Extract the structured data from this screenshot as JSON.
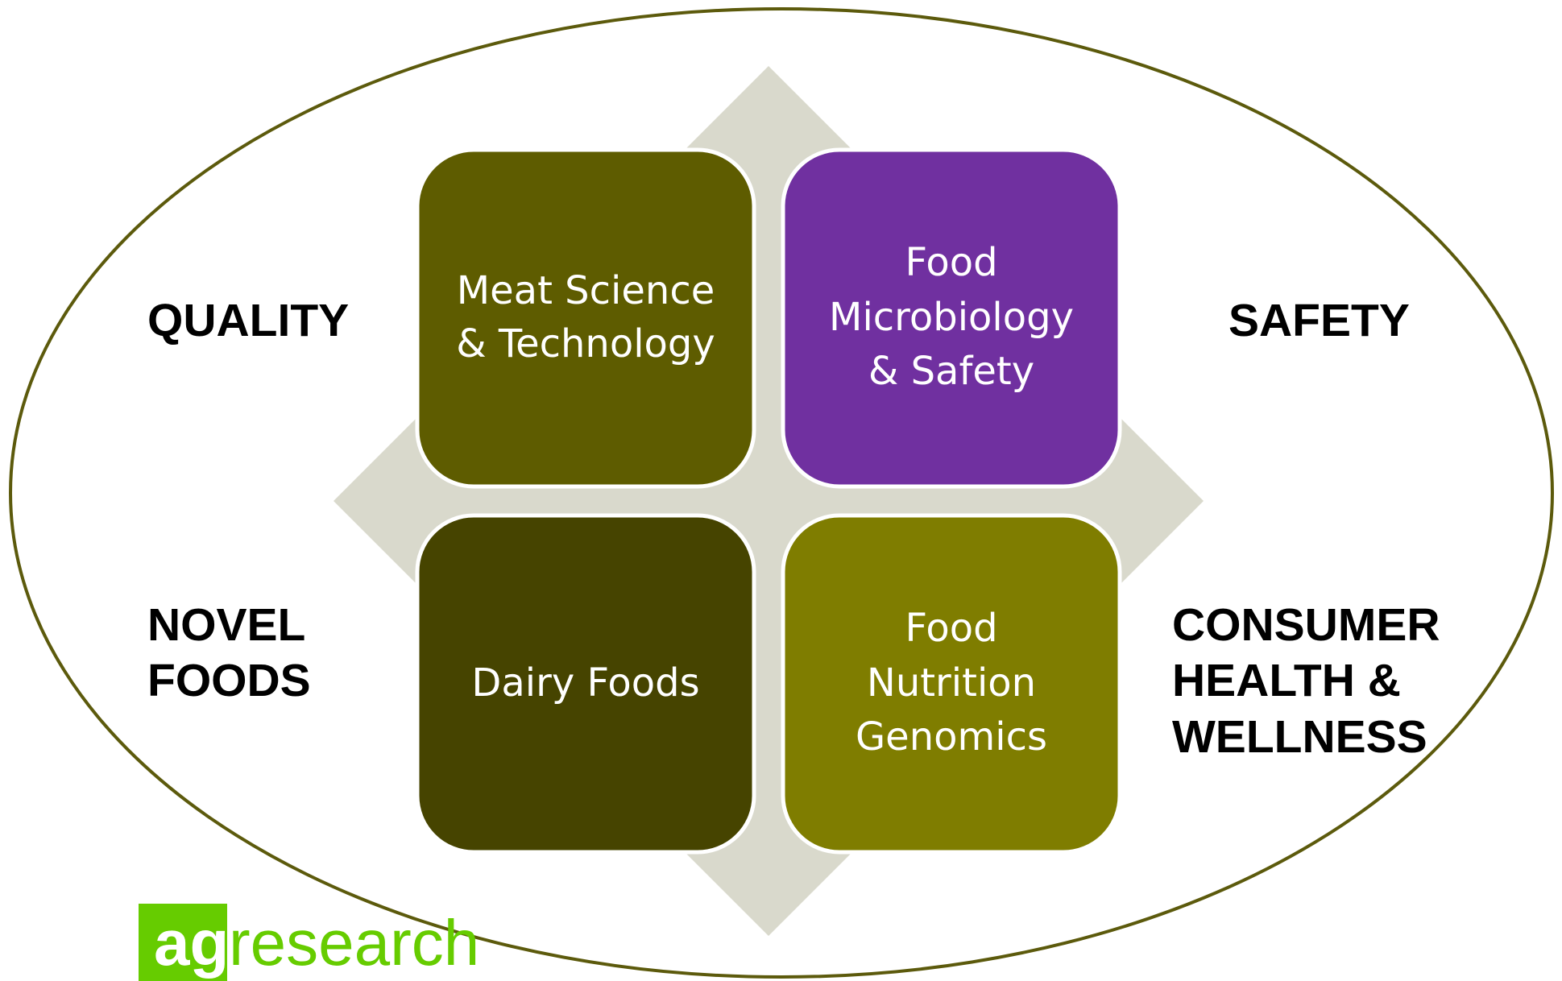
{
  "colors": {
    "ellipse_stroke": "#5c5a0c",
    "diamond_fill": "#d9d9cc",
    "meat_box": "#5e5c00",
    "micro_box": "#7030a0",
    "dairy_box": "#464400",
    "nutrition_box": "#7f7d00",
    "logo_green": "#66cc00"
  },
  "boxes": {
    "meat": {
      "line1": "Meat Science",
      "line2": "& Technology"
    },
    "micro": {
      "line1": "Food",
      "line2": "Microbiology",
      "line3": "& Safety"
    },
    "dairy": {
      "line1": "Dairy Foods"
    },
    "nutrition": {
      "line1": "Food",
      "line2": "Nutrition",
      "line3": "Genomics"
    }
  },
  "labels": {
    "quality": "QUALITY",
    "safety": "SAFETY",
    "novel": {
      "line1": "NOVEL",
      "line2": "FOODS"
    },
    "consumer": {
      "line1": "CONSUMER",
      "line2": "HEALTH &",
      "line3": "WELLNESS"
    }
  },
  "logo": {
    "ag": "ag",
    "research": "research"
  }
}
